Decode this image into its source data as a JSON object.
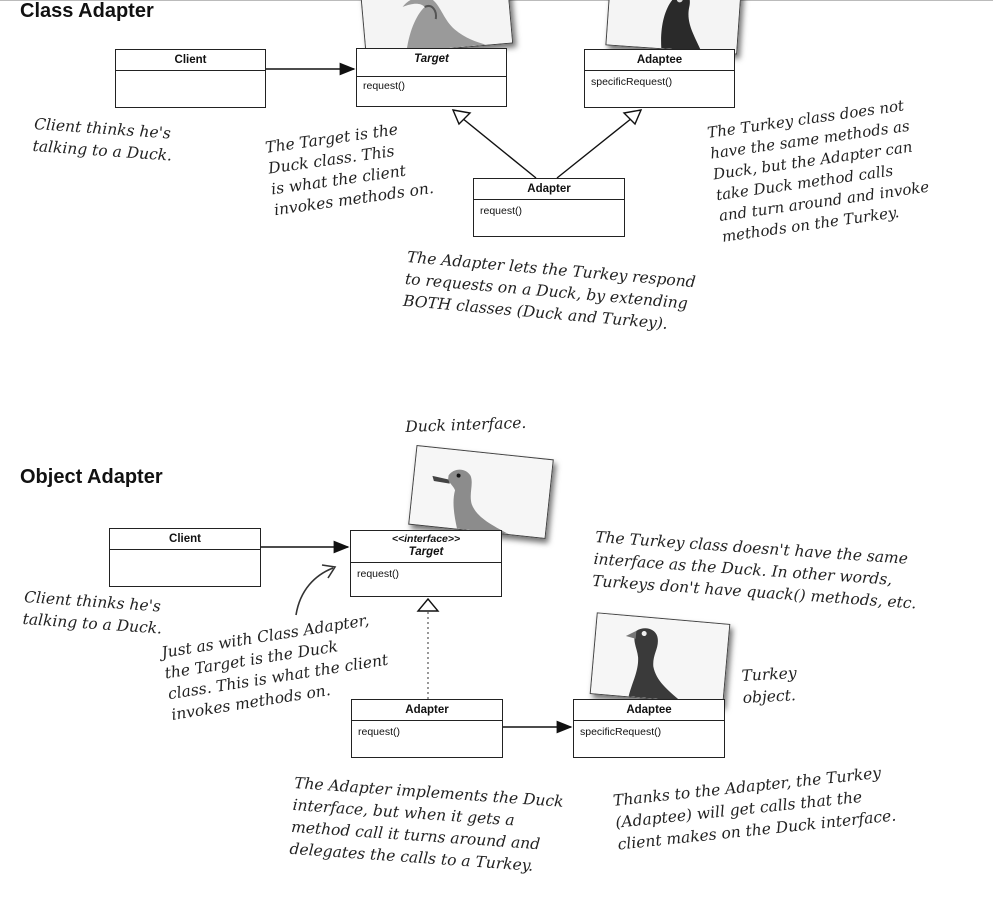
{
  "sections": {
    "class_adapter_title": "Class Adapter",
    "object_adapter_title": "Object Adapter"
  },
  "class_adapter": {
    "client": {
      "name": "Client"
    },
    "target": {
      "name": "Target",
      "method": "request()"
    },
    "adaptee": {
      "name": "Adaptee",
      "method": "specificRequest()"
    },
    "adapter": {
      "name": "Adapter",
      "method": "request()"
    },
    "notes": {
      "client": [
        "Client thinks he's",
        "talking to a Duck."
      ],
      "target": [
        "The Target is the",
        "Duck class. This",
        "is what the client",
        "invokes methods on."
      ],
      "adapter": [
        "The Adapter lets the Turkey respond",
        "to requests on a Duck, by extending",
        "BOTH classes (Duck and Turkey)."
      ],
      "turkey": [
        "The Turkey class does not",
        "have the same methods as",
        "Duck, but the Adapter can",
        "take Duck method calls",
        "and turn around and invoke",
        "methods on the Turkey."
      ]
    }
  },
  "object_adapter": {
    "client": {
      "name": "Client"
    },
    "target": {
      "stereotype": "<<interface>>",
      "name": "Target",
      "method": "request()"
    },
    "adapter": {
      "name": "Adapter",
      "method": "request()"
    },
    "adaptee": {
      "name": "Adaptee",
      "method": "specificRequest()"
    },
    "notes": {
      "duck_interface": "Duck interface.",
      "client": [
        "Client thinks he's",
        "talking to a Duck."
      ],
      "target": [
        "Just as with Class Adapter,",
        "the Target is the Duck",
        "class. This is what the client",
        "invokes methods on."
      ],
      "turkey_class": [
        "The Turkey class doesn't have the same",
        "interface as the Duck. In other words,",
        "Turkeys don't have quack() methods, etc."
      ],
      "turkey_object": [
        "Turkey",
        "object."
      ],
      "adapter": [
        "The Adapter implements the Duck",
        "interface, but when it gets a",
        "method call it turns around and",
        "delegates the calls to a Turkey."
      ],
      "thanks": [
        "Thanks to the Adapter, the Turkey",
        "(Adaptee) will get calls that the",
        "client makes on the Duck interface."
      ]
    }
  },
  "colors": {
    "line": "#111111",
    "note_text": "#222222",
    "photo_bg": "#cfcfcf"
  },
  "icons": [
    "duck-photo",
    "turkey-photo"
  ]
}
